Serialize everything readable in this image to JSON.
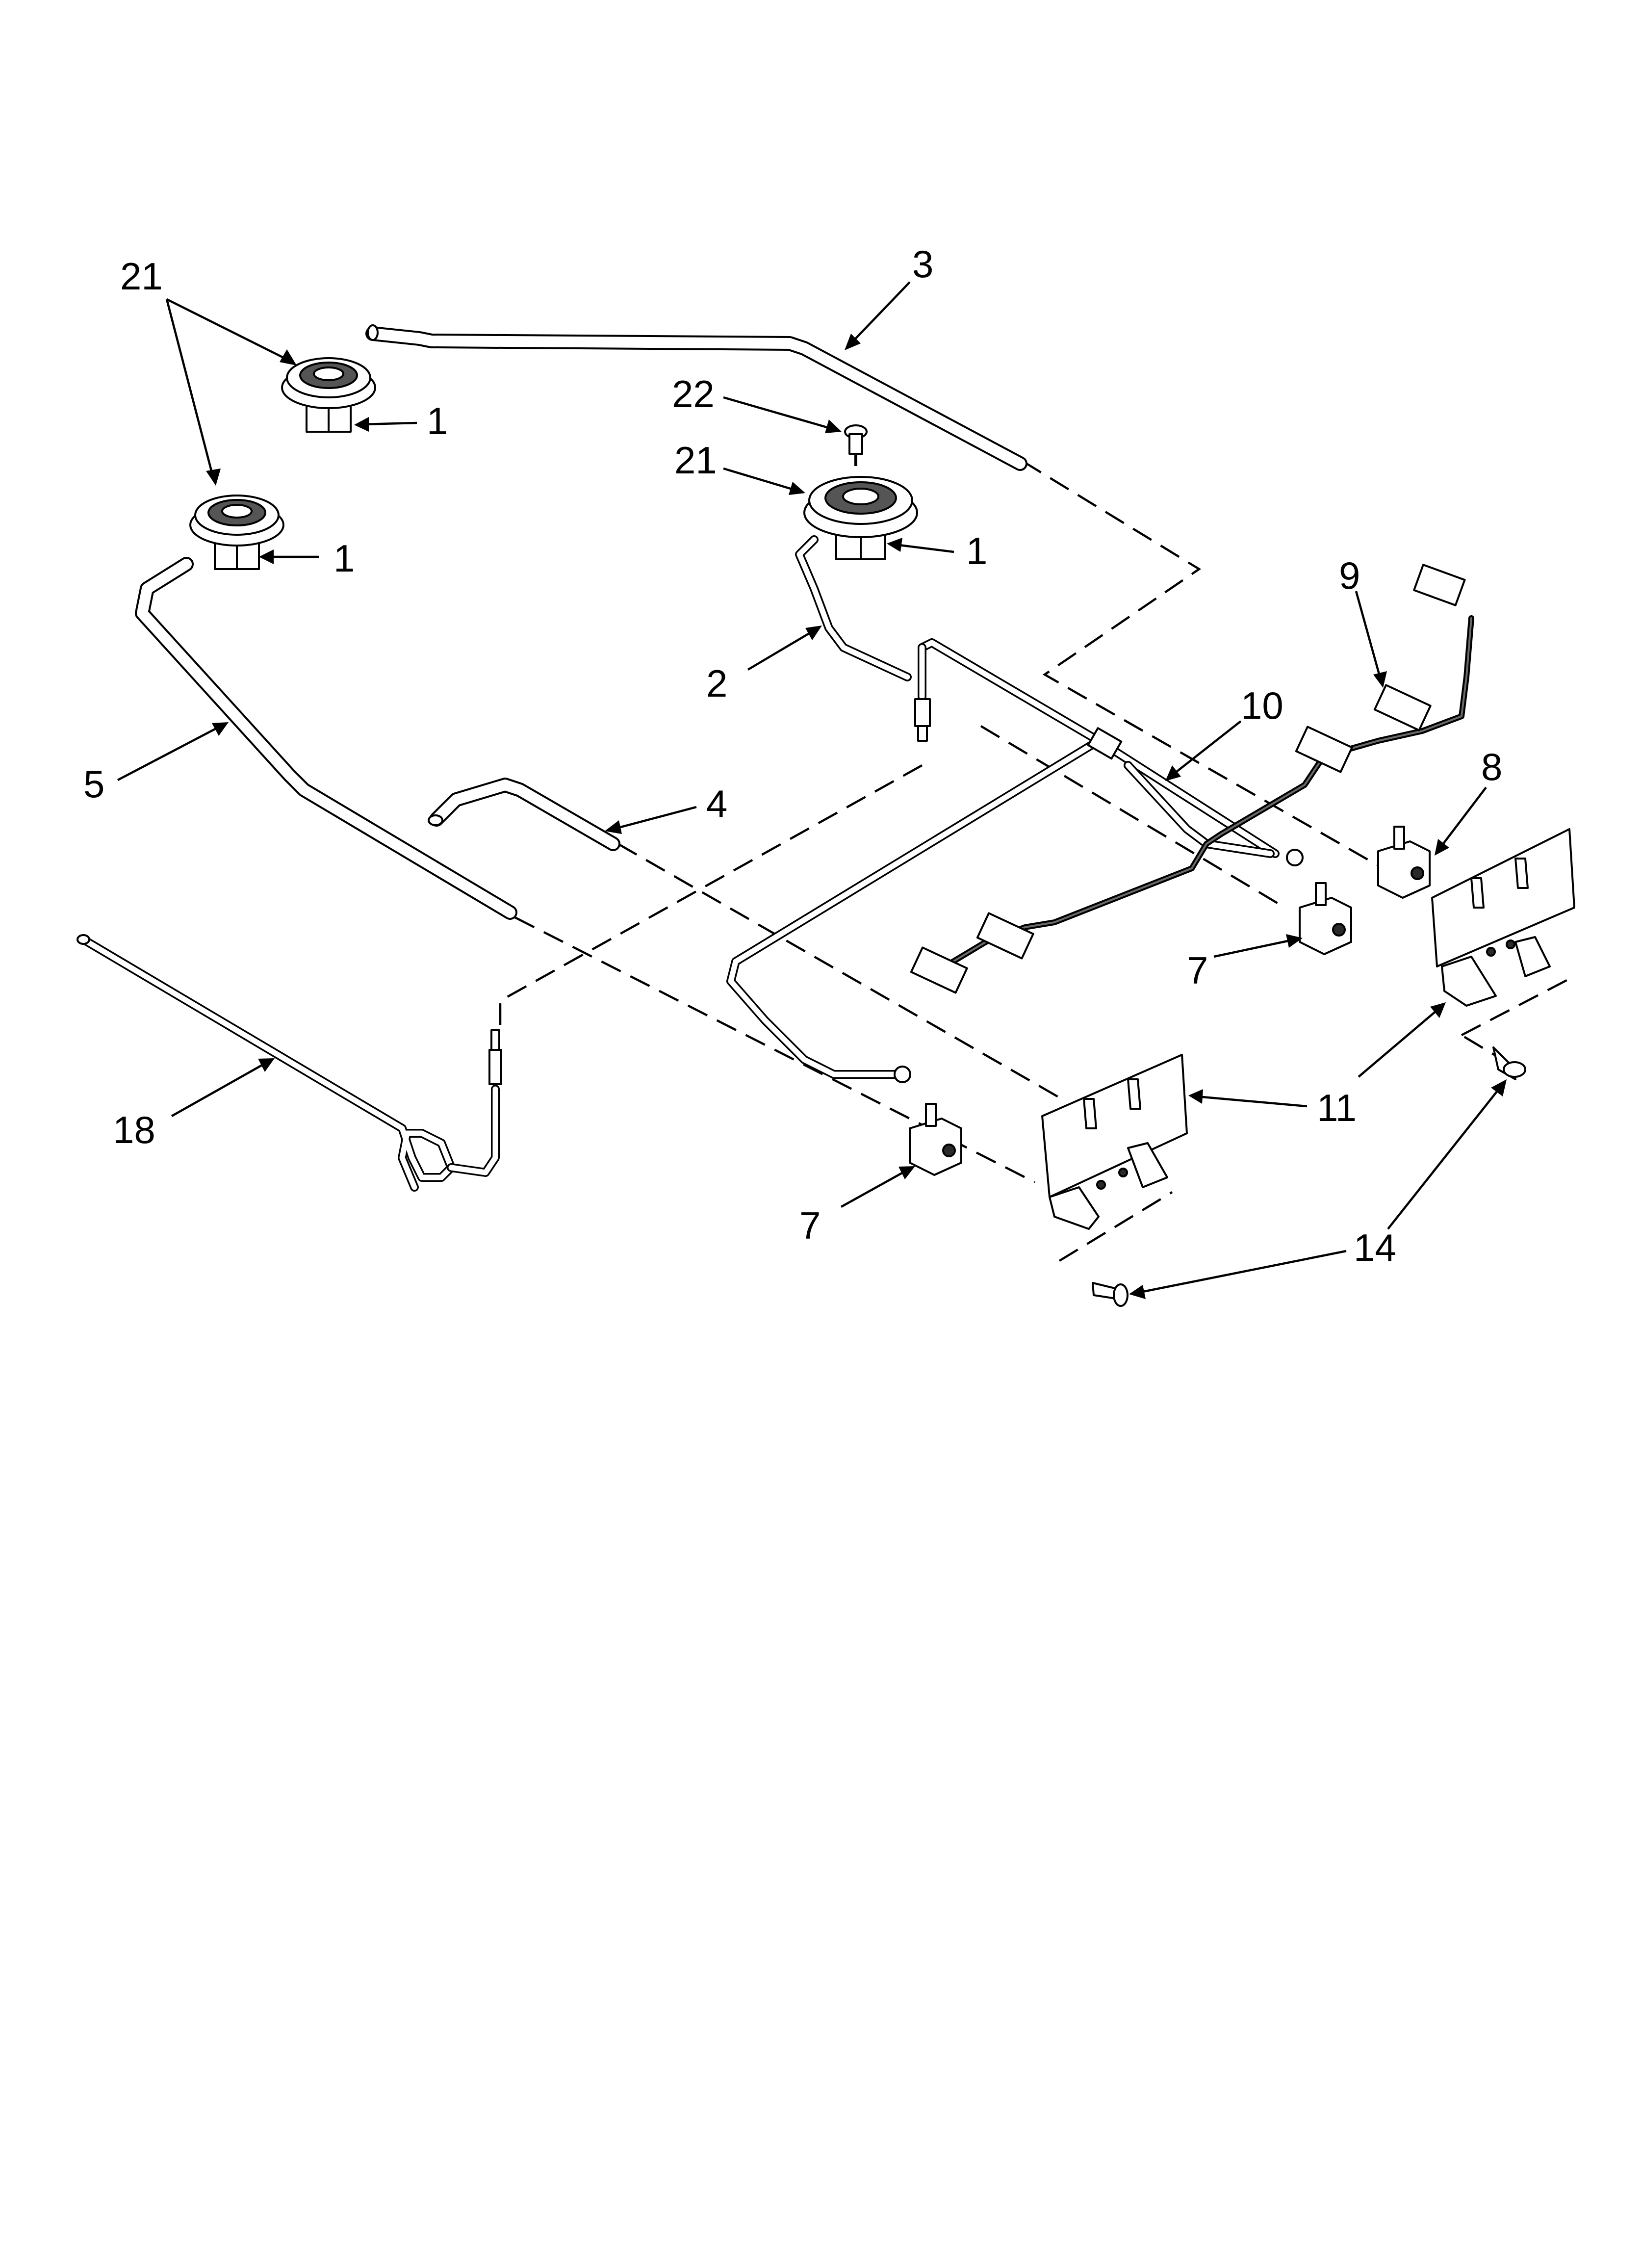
{
  "callouts": {
    "c21a": "21",
    "c3": "3",
    "c1a": "1",
    "c22": "22",
    "c21b": "21",
    "c1b": "1",
    "c1c": "1",
    "c9": "9",
    "c2": "2",
    "c10": "10",
    "c5": "5",
    "c8": "8",
    "c4": "4",
    "c7a": "7",
    "c11a": "11",
    "c18": "18",
    "c11b": "11",
    "c7b": "7",
    "c14": "14"
  },
  "colors": {
    "line": "#000000",
    "background": "#ffffff"
  }
}
